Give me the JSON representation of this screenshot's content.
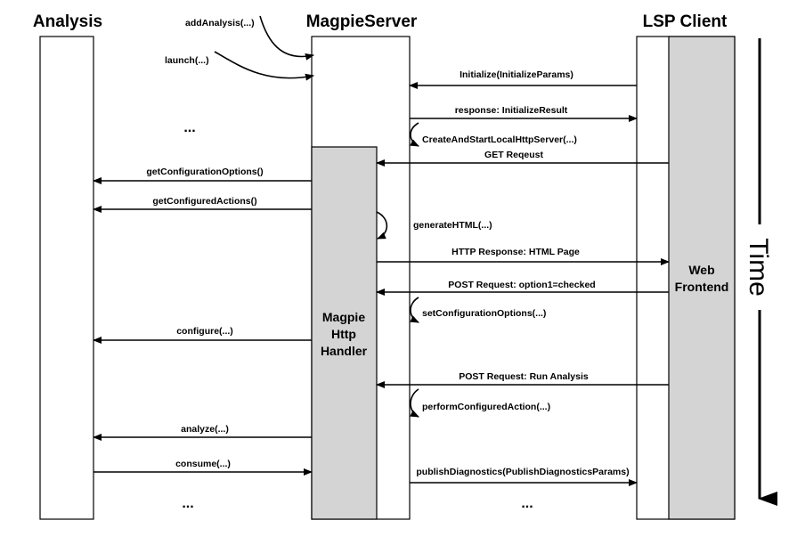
{
  "participants": {
    "analysis": "Analysis",
    "server": "MagpieServer",
    "client": "LSP Client"
  },
  "boxes": {
    "handler": [
      "Magpie",
      "Http",
      "Handler"
    ],
    "frontend": [
      "Web",
      "Frontend"
    ]
  },
  "incoming": {
    "add_analysis": "addAnalysis(...)",
    "launch": "launch(...)"
  },
  "messages": {
    "initialize": "Initialize(InitializeParams)",
    "response": "response: InitializeResult",
    "create_server": "CreateAndStartLocalHttpServer(...)",
    "get_request": "GET Reqeust",
    "get_config_options": "getConfigurationOptions()",
    "get_configured_actions": "getConfiguredActions()",
    "generate_html": "generateHTML(...)",
    "http_response": "HTTP Response: HTML Page",
    "post_option": "POST Request: option1=checked",
    "set_config_options": "setConfigurationOptions(...)",
    "configure": "configure(...)",
    "post_run": "POST Request: Run Analysis",
    "perform_action": "performConfiguredAction(...)",
    "analyze": "analyze(...)",
    "consume": "consume(...)",
    "publish": "publishDiagnostics(PublishDiagnosticsParams)"
  },
  "ellipsis": "...",
  "time_label": "Time"
}
